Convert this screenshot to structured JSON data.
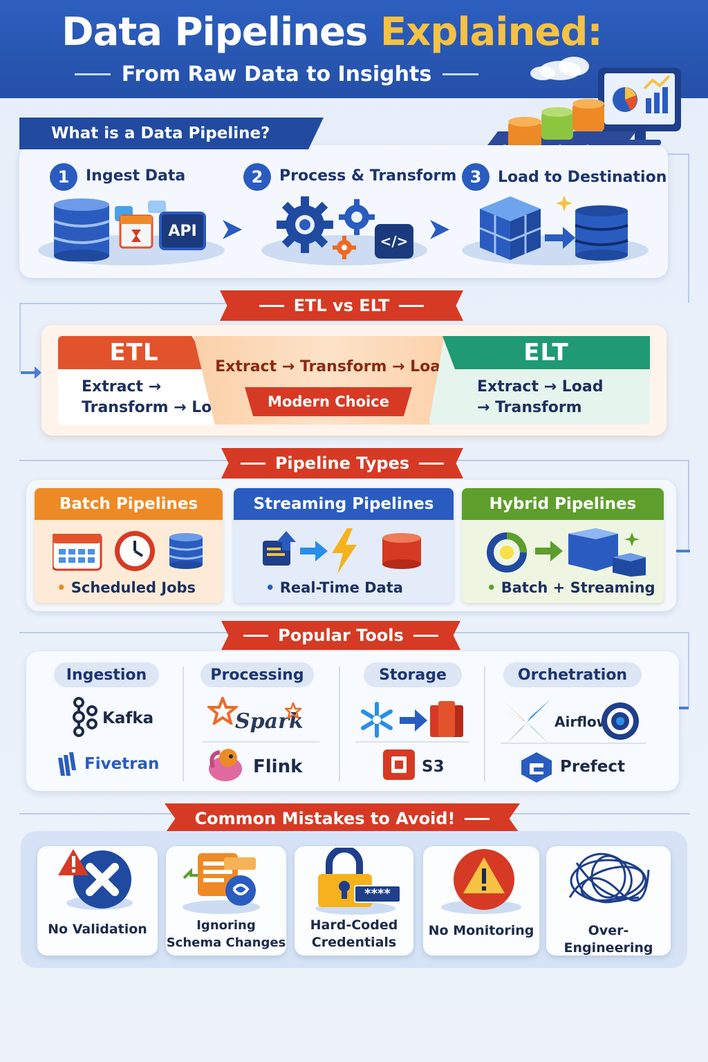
{
  "header": {
    "title_main": "Data Pipelines",
    "title_accent": "Explained:",
    "subtitle": "From Raw Data to Insights"
  },
  "what_is": {
    "heading": "What is a Data Pipeline?",
    "steps": [
      {
        "number": "1",
        "label": "Ingest Data",
        "badge": "API"
      },
      {
        "number": "2",
        "label": "Process & Transform",
        "badge": "</>"
      },
      {
        "number": "3",
        "label": "Load to Destination"
      }
    ]
  },
  "etl_vs_elt": {
    "heading": "ETL vs ELT",
    "etl_title": "ETL",
    "etl_flow_line1": "Extract →",
    "etl_flow_line2": "Transform → Load",
    "middle_flow": "Extract → Transform → Load",
    "middle_badge": "Modern Choice",
    "elt_title": "ELT",
    "elt_flow_line1": "Extract → Load",
    "elt_flow_line2": "→ Transform"
  },
  "pipeline_types": {
    "heading": "Pipeline Types",
    "types": [
      {
        "title": "Batch Pipelines",
        "bullet": "Scheduled Jobs",
        "color": "#ee8a25"
      },
      {
        "title": "Streaming Pipelines",
        "bullet": "Real-Time Data",
        "color": "#2a5cc0"
      },
      {
        "title": "Hybrid Pipelines",
        "bullet": "Batch + Streaming",
        "color": "#5e9e2c"
      }
    ]
  },
  "tools": {
    "heading": "Popular Tools",
    "categories": [
      {
        "name": "Ingestion",
        "tools": [
          "Kafka",
          "Fivetran"
        ]
      },
      {
        "name": "Processing",
        "tools": [
          "Spark",
          "Flink"
        ]
      },
      {
        "name": "Storage",
        "tools": [
          "S3"
        ]
      },
      {
        "name": "Orchetration",
        "tools": [
          "Airflow",
          "Prefect"
        ]
      }
    ]
  },
  "mistakes": {
    "heading": "Common Mistakes to Avoid!",
    "items": [
      {
        "line1": "No Validation",
        "line2": ""
      },
      {
        "line1": "Ignoring",
        "line2": "Schema Changes"
      },
      {
        "line1": "Hard-Coded",
        "line2": "Credentials",
        "masked": "****"
      },
      {
        "line1": "No Monitoring",
        "line2": ""
      },
      {
        "line1": "Over-Engineering",
        "line2": ""
      }
    ]
  },
  "colors": {
    "header_blue": "#2a5abb",
    "accent_yellow": "#f6c244",
    "banner_red": "#d63a24",
    "etl_orange": "#e2532c",
    "elt_green": "#1f9a73"
  }
}
